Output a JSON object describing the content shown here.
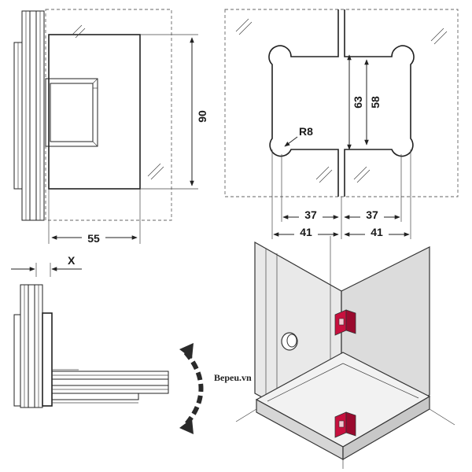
{
  "labels": {
    "hinge_width": "55",
    "hinge_height": "90",
    "radius": "R8",
    "cut_height_outer": "63",
    "cut_height_inner": "58",
    "cut_depth_inner_left": "37",
    "cut_depth_inner_right": "37",
    "cut_depth_outer_left": "41",
    "cut_depth_outer_right": "41",
    "offset": "X",
    "watermark": "Bepeu.vn"
  },
  "colors": {
    "line": "#222222",
    "glass_fill": "#e2e2e2",
    "hinge_accent": "#c8103e",
    "rotation_arrow": "#2a2a2a"
  },
  "icons": {
    "rotation": "curved-double-arrow-icon",
    "hinge": "glass-hinge-icon"
  }
}
